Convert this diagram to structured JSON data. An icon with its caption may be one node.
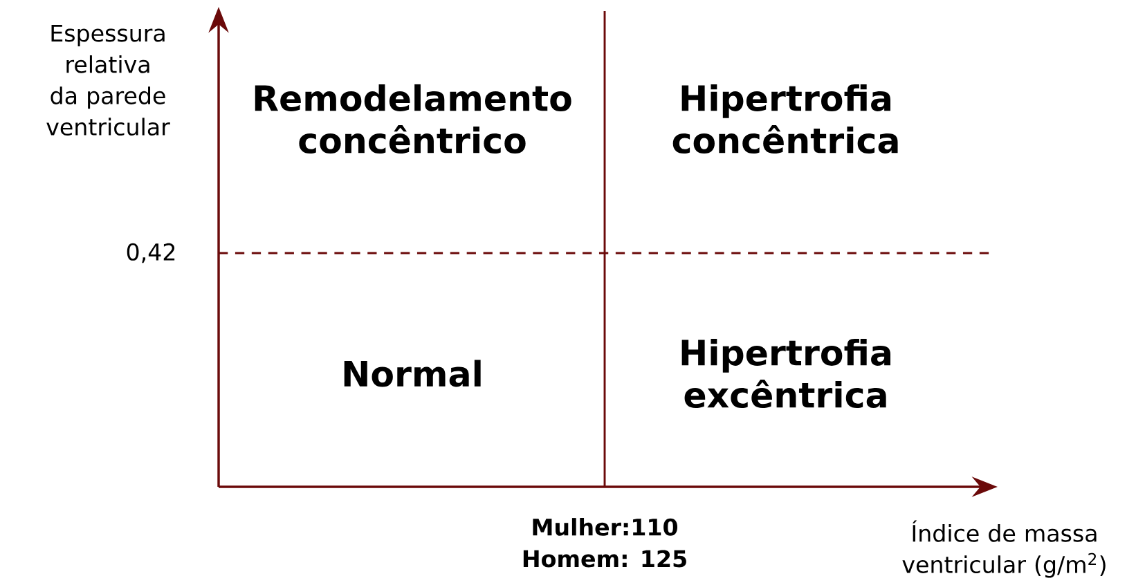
{
  "diagram": {
    "labels": [
      "Espessura relativa da parede ventricular",
      "Remodelamento concêntrico",
      "Hipertrofia concêntrica",
      "0,42",
      "Normal",
      "Hipertrofia excêntrica",
      "Mulher:110",
      "Homem: 125",
      "Índice de massa ventricular (g/m$^{2}$)"
    ]
  }
}
